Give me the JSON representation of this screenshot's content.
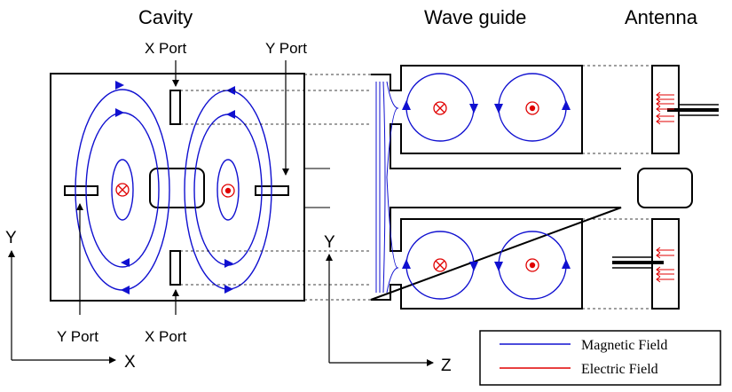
{
  "headings": {
    "cavity": "Cavity",
    "waveguide": "Wave guide",
    "antenna": "Antenna"
  },
  "port_labels": {
    "x_top": "X Port",
    "y_top": "Y Port",
    "y_bottom": "Y Port",
    "x_bottom": "X Port"
  },
  "axes": {
    "left_y": "Y",
    "left_x": "X",
    "right_y": "Y",
    "right_z": "Z"
  },
  "legend": {
    "magnetic": "Magnetic Field",
    "electric": "Electric Field"
  },
  "colors": {
    "magnetic": "#1010d0",
    "electric": "#e00000",
    "outline": "#000000",
    "dashed": "#000000"
  },
  "icons": {
    "into_page": "x-in-circle-icon",
    "out_of_page": "dot-in-circle-icon"
  }
}
